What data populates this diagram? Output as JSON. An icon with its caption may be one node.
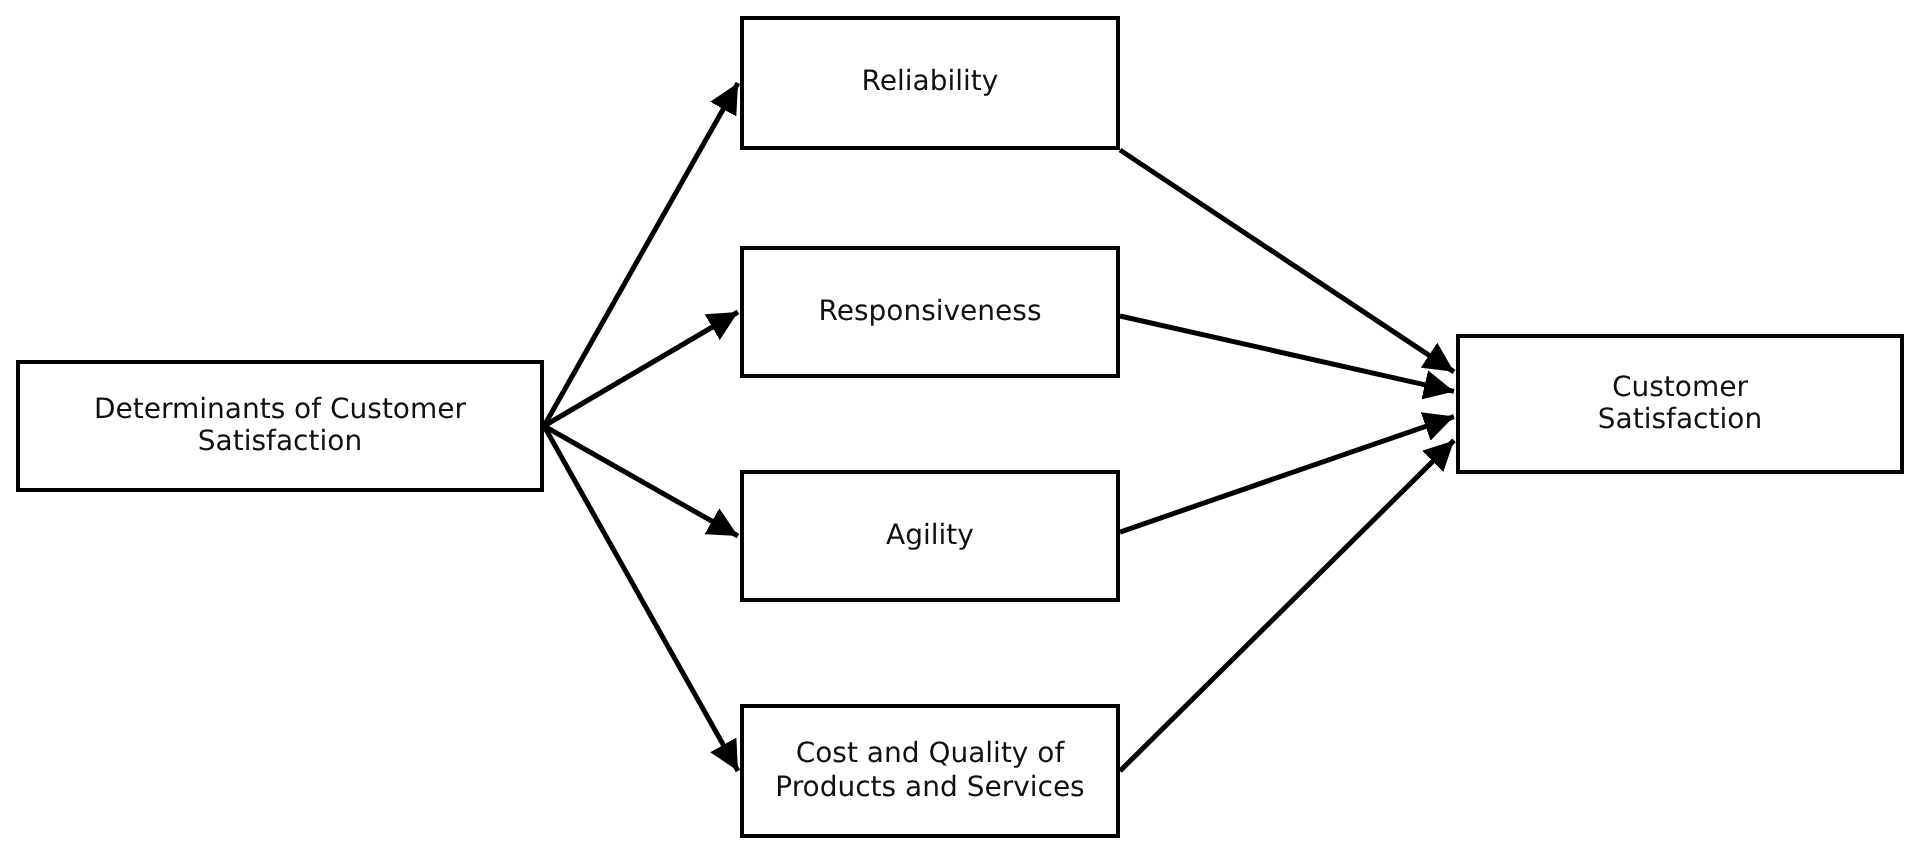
{
  "diagram": {
    "nodes": [
      {
        "text": [
          "Determinants of Customer Satisfaction"
        ]
      },
      {
        "text": [
          "Reliability"
        ]
      },
      {
        "text": [
          "Responsiveness"
        ]
      },
      {
        "text": [
          "Agility"
        ]
      },
      {
        "text": [
          "Cost and Quality of Products and Services"
        ]
      },
      {
        "text": [
          "Customer Satisfaction"
        ]
      }
    ],
    "edges": [
      {
        "from": 0,
        "to": 1,
        "arrow": "to"
      },
      {
        "from": 0,
        "to": 2,
        "arrow": "to"
      },
      {
        "from": 0,
        "to": 3,
        "arrow": "to"
      },
      {
        "from": 0,
        "to": 4,
        "arrow": "to"
      },
      {
        "from": 1,
        "to": 5,
        "arrow": "to"
      },
      {
        "from": 2,
        "to": 5,
        "arrow": "to"
      },
      {
        "from": 3,
        "to": 5,
        "arrow": "to"
      },
      {
        "from": 4,
        "to": 5,
        "arrow": "to"
      }
    ]
  }
}
